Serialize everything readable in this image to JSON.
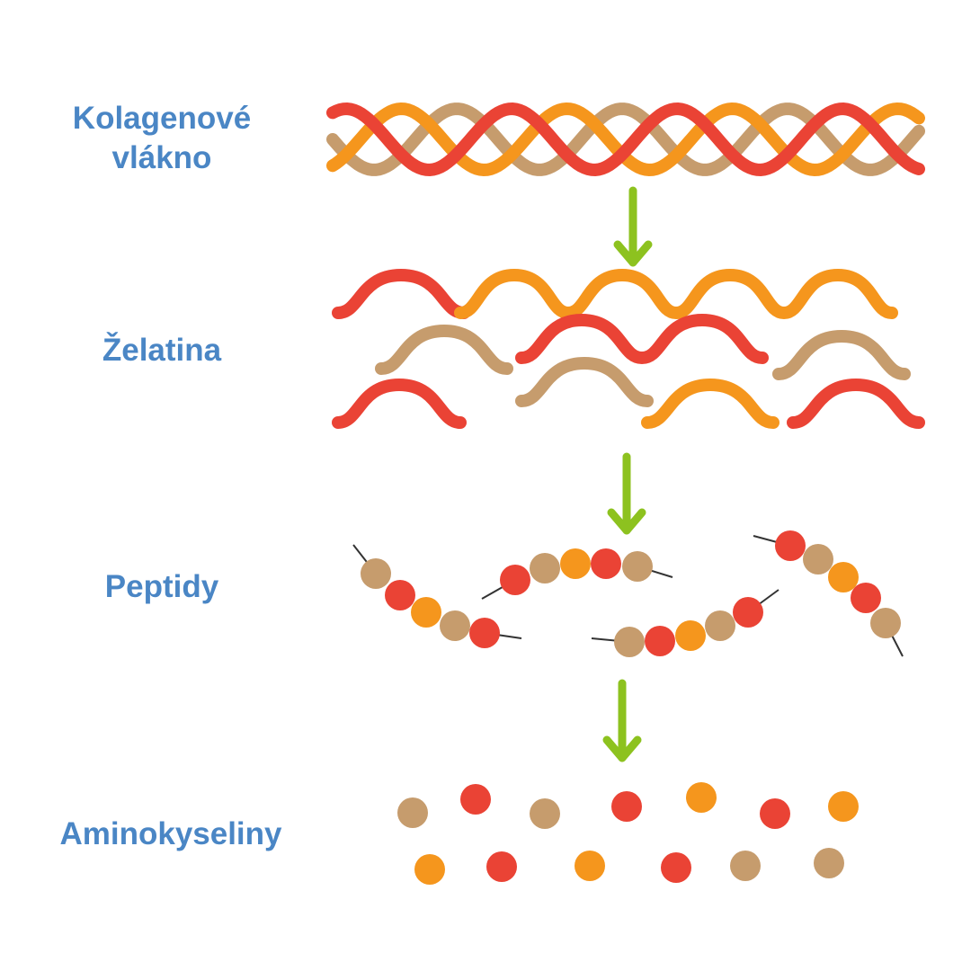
{
  "colors": {
    "label": "#4a86c5",
    "arrow": "#8dc21f",
    "red": "#ea4335",
    "orange": "#f5961d",
    "tan": "#c69c6d",
    "tether": "#333333"
  },
  "stages": [
    {
      "id": "collagen",
      "lines": [
        "Kolagenové",
        "vlákno"
      ],
      "icon": "triple-helix-icon"
    },
    {
      "id": "gelatin",
      "lines": [
        "Želatina"
      ],
      "icon": "wavy-strands-icon"
    },
    {
      "id": "peptides",
      "lines": [
        "Peptidy"
      ],
      "icon": "bead-chains-icon"
    },
    {
      "id": "amino",
      "lines": [
        "Aminokyseliny"
      ],
      "icon": "dots-icon"
    }
  ],
  "arrows": [
    "arrow-down-icon",
    "arrow-down-icon",
    "arrow-down-icon"
  ]
}
